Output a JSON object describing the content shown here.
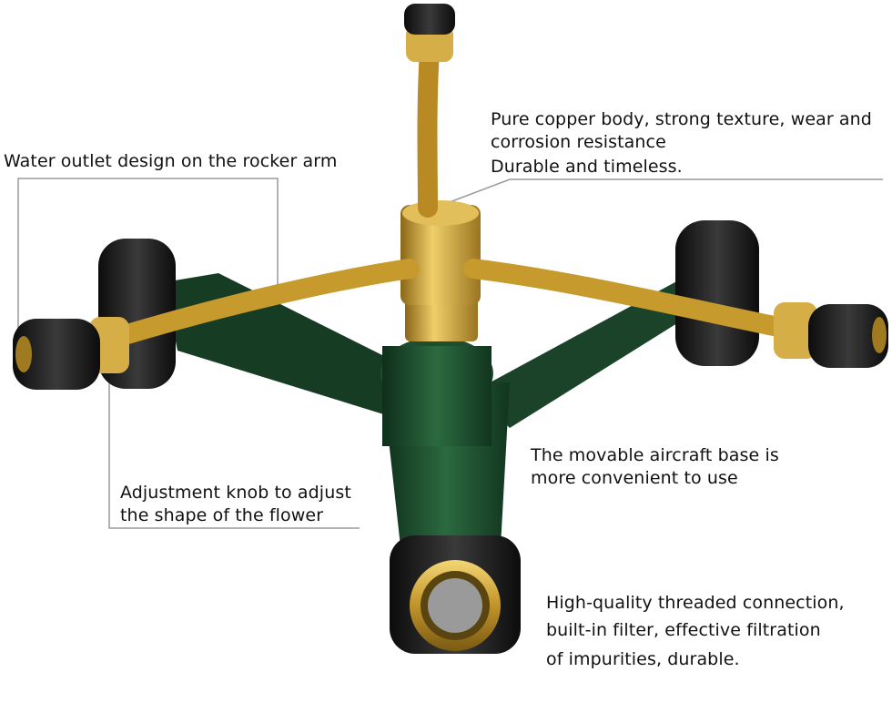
{
  "callouts": {
    "rocker_arm": "Water outlet design on the rocker arm",
    "copper_body": {
      "line1": "Pure copper body, strong texture, wear and",
      "line2": "corrosion resistance",
      "line3": "Durable and timeless."
    },
    "base": {
      "line1": "The movable aircraft base is",
      "line2": "more convenient to use"
    },
    "knob": {
      "line1": "Adjustment knob to adjust",
      "line2": "the shape of the flower"
    },
    "connection": {
      "line1": "High-quality threaded connection,",
      "line2": "built-in filter, effective filtration",
      "line3": "of impurities, durable."
    }
  },
  "colors": {
    "brass": "#c9a13a",
    "base_green": "#1f4a2c",
    "rubber": "#1a1a1a",
    "leader_line": "#9a9a9a"
  }
}
